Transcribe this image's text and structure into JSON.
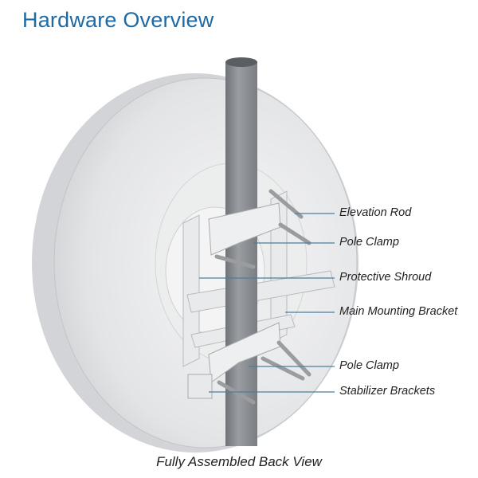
{
  "title": "Hardware Overview",
  "labels": [
    "Elevation Rod",
    "Pole Clamp",
    "Protective Shroud",
    "Main Mounting Bracket",
    "Pole Clamp",
    "Stabilizer Brackets"
  ],
  "caption": "Fully Assembled Back View",
  "colors": {
    "title": "#1f6aa5",
    "leader": "#4a7f9e",
    "pole": "#8a8d92",
    "dish": "#e6e7e9"
  }
}
